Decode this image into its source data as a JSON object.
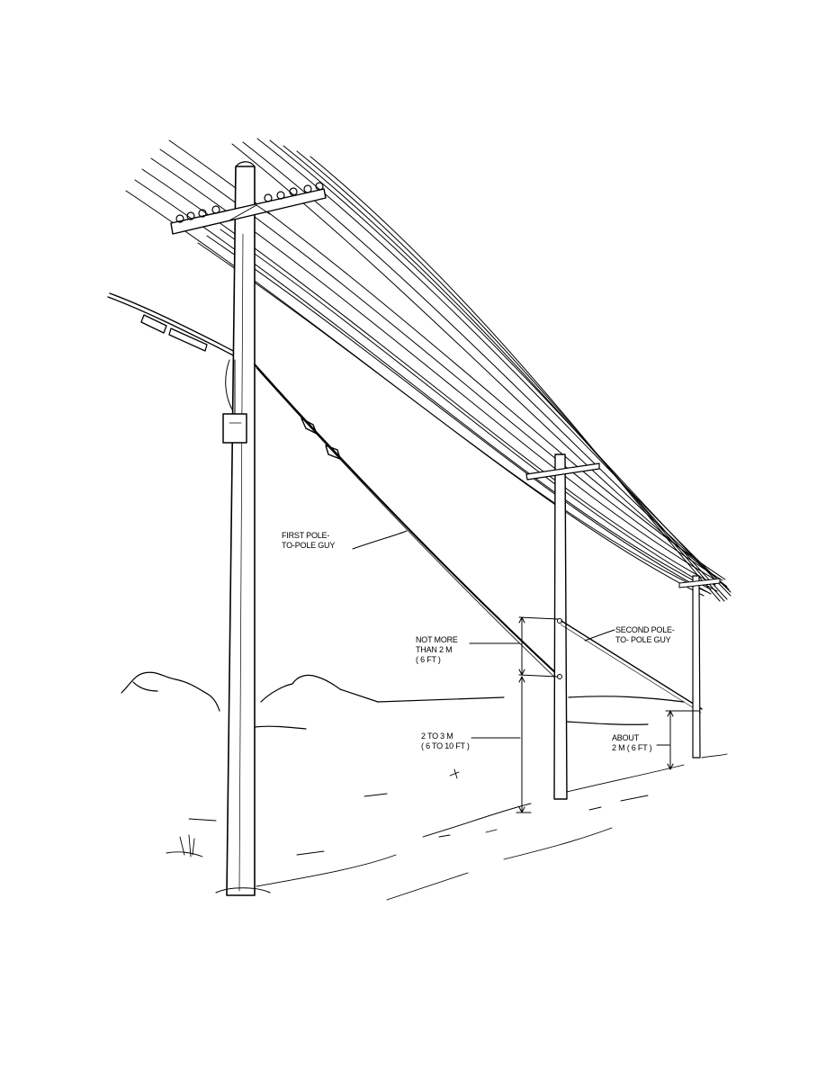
{
  "labels": {
    "first_guy": [
      "FIRST POLE-",
      "TO-POLE GUY"
    ],
    "second_guy": [
      "SECOND POLE-",
      "TO- POLE GUY"
    ],
    "not_more": [
      "NOT MORE",
      "THAN 2 M",
      "( 6 FT )"
    ],
    "two_to_three": [
      "2 TO 3 M",
      "( 6 TO 10 FT )"
    ],
    "about": [
      "ABOUT",
      "2 M ( 6 FT )"
    ]
  },
  "colors": {
    "ink": "#000000",
    "paper": "#ffffff"
  }
}
